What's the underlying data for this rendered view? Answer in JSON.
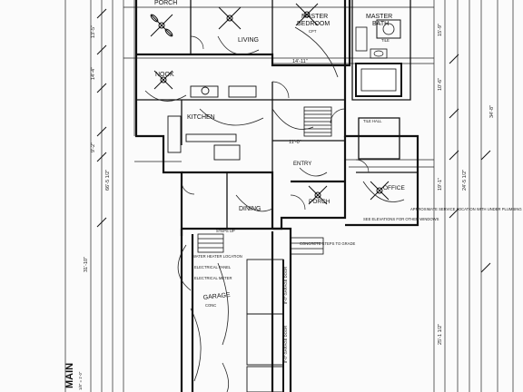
{
  "sheet": {
    "title": "MAIN",
    "scale": "1/8\" = 1'-0\""
  },
  "rooms": {
    "porch_top": "PORCH",
    "living": "LIVING",
    "master_bedroom_1": "MASTER",
    "master_bedroom_2": "BEDROOM",
    "master_bath_1": "MASTER",
    "master_bath_2": "BATH",
    "nook": "NOOK",
    "kitchen": "KITCHEN",
    "entry": "ENTRY",
    "porch": "PORCH",
    "office": "OFFICE",
    "dining": "DINING",
    "garage": "GARAGE"
  },
  "notes": {
    "tile": "TILE",
    "cpt": "CPT",
    "tile_hall": "TILE HALL",
    "conc": "CONC",
    "steps_up": "STEPS UP",
    "water_heater": "WATER HEATER LOCATION",
    "electrical_panel": "ELECTRICAL PANEL",
    "electrical_meter": "ELECTRICAL METER",
    "concrete_steps": "CONCRETE STEPS TO GRADE",
    "elevations": "SEE ELEVATIONS FOR OTHER WINDOWS",
    "service_location": "APPROXIMATE SERVICE LOCATION WITH UNDER PLUMBING",
    "garage_door_1": "8'-0\" GARAGE DOOR",
    "garage_door_2": "8'-0\" GARAGE DOOR"
  },
  "dimensions": {
    "left_1": "13'-5\"",
    "left_2": "14'-4\"",
    "left_3": "9'-2\"",
    "left_4": "31'-10\"",
    "far_left": "66'-5 1/2\"",
    "right_1": "15'-9\"",
    "right_2": "10'-6\"",
    "right_3": "24'-5 1/2\"",
    "right_4": "19'-1\"",
    "right_5": "34'-8\"",
    "bottom_right": "25'-1 1/2\"",
    "master_dim": "14'-11\"",
    "entry_dim": "11'-0\""
  }
}
